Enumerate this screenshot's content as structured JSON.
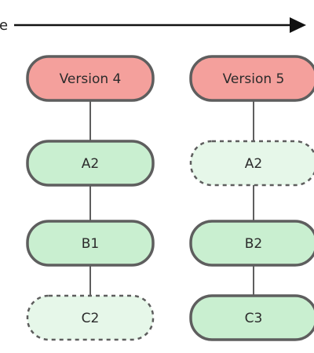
{
  "axis": {
    "label": "e"
  },
  "colors": {
    "version_fill": "#f4a09c",
    "file_fill": "#c9efd0",
    "pointer_fill": "#e6f7e9",
    "stroke": "#5e5e5e"
  },
  "columns": [
    {
      "version": "Version 4",
      "files": [
        {
          "label": "A2",
          "state": "changed"
        },
        {
          "label": "B1",
          "state": "changed"
        },
        {
          "label": "C2",
          "state": "unchanged"
        }
      ]
    },
    {
      "version": "Version 5",
      "files": [
        {
          "label": "A2",
          "state": "unchanged"
        },
        {
          "label": "B2",
          "state": "changed"
        },
        {
          "label": "C3",
          "state": "changed"
        }
      ]
    }
  ]
}
